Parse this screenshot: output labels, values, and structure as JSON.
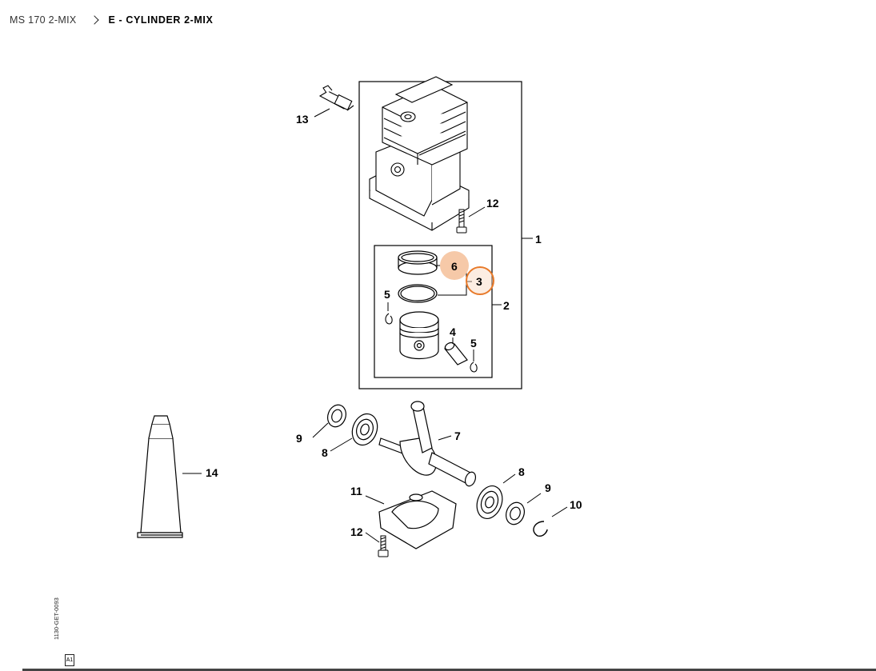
{
  "breadcrumb": {
    "model": "MS 170 2-MIX",
    "section": "E - CYLINDER 2-MIX"
  },
  "drawing": {
    "id": "1130-GET-0093",
    "sub": "A1"
  },
  "labels": {
    "p1": "1",
    "p2": "2",
    "p3": "3",
    "p4": "4",
    "p5a": "5",
    "p5b": "5",
    "p6": "6",
    "p7": "7",
    "p8a": "8",
    "p8b": "8",
    "p9a": "9",
    "p9b": "9",
    "p10": "10",
    "p11": "11",
    "p12a": "12",
    "p12b": "12",
    "p13": "13",
    "p14": "14"
  },
  "colors": {
    "highlight_fill": "#f6c9a8",
    "selected_ring": "#e87a2a",
    "line": "#000000"
  }
}
